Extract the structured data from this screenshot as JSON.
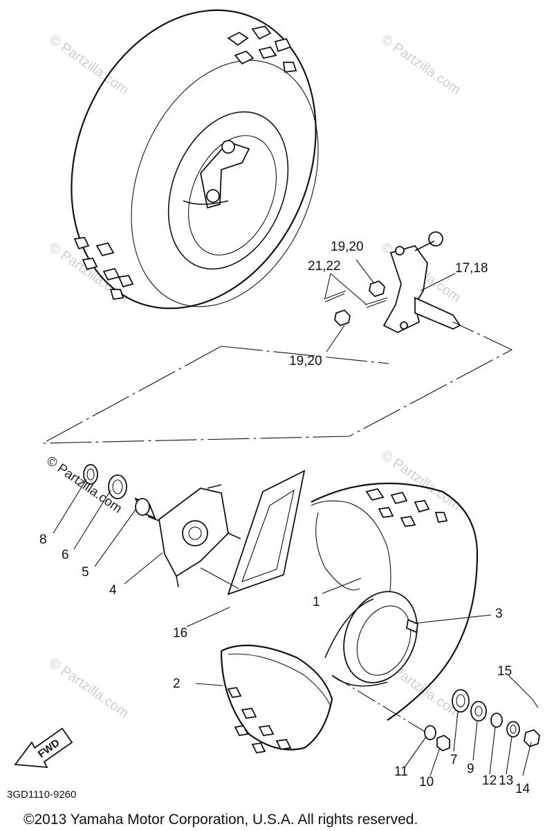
{
  "diagram": {
    "parts": [
      "1",
      "2",
      "3",
      "4",
      "5",
      "6",
      "7",
      "8",
      "9",
      "10",
      "11",
      "12",
      "13",
      "14",
      "15",
      "16",
      "17,18",
      "19,20",
      "19,20",
      "21,22"
    ],
    "fwd_label": "FWD",
    "drawing_code": "3GD1110-9260",
    "watermarks": [
      "© Partzilla.com",
      "© Partzilla.com",
      "© Partzilla.com",
      "© Partzilla.com",
      "© Partzilla.com",
      "© Partzilla.com",
      "© Partzilla.com"
    ],
    "watermark_dark": "© Partzilla.com"
  },
  "footer": {
    "copyright": "©2013  Yamaha Motor Corporation, U.S.A. All rights reserved."
  }
}
